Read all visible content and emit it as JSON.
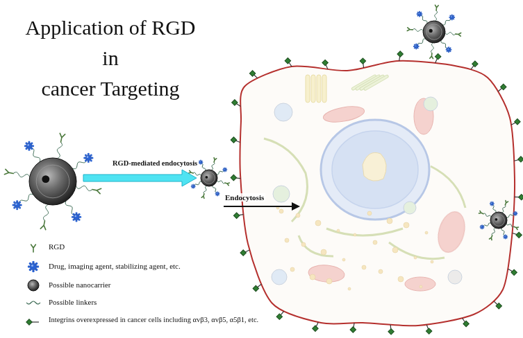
{
  "diagram": {
    "title": "Application of RGD in cancer Targeting",
    "labels": [
      "RGD-mediated endocytosis",
      "Endocytosis"
    ],
    "legend": [
      {
        "text": "RGD"
      },
      {
        "text": "Drug, imaging agent, stabilizing agent, etc."
      },
      {
        "text": "Possible nanocarrier"
      },
      {
        "text": "Possible linkers"
      },
      {
        "text": "Integrins overexpressed in cancer cells including αvβ3, αvβ5, α5β1, etc."
      }
    ]
  }
}
